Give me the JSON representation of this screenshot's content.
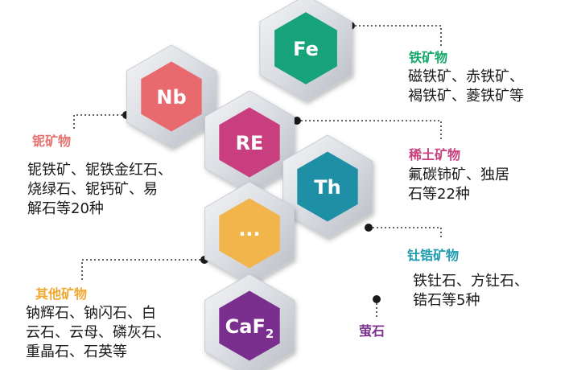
{
  "hexagons": [
    {
      "id": "fe",
      "symbol": "Fe",
      "color": "#16a37a"
    },
    {
      "id": "nb",
      "symbol": "Nb",
      "color": "#e86a6e"
    },
    {
      "id": "re",
      "symbol": "RE",
      "color": "#c83e7e"
    },
    {
      "id": "th",
      "symbol": "Th",
      "color": "#1f8fa6"
    },
    {
      "id": "other",
      "symbol": "···",
      "color": "#f2b54c"
    },
    {
      "id": "caf2",
      "symbol": "CaF",
      "subscript": "2",
      "color": "#7a2f8e"
    }
  ],
  "groups": {
    "fe": {
      "title": "铁矿物",
      "color": "#17a86a",
      "lines": [
        "磁铁矿、赤铁矿、",
        "褐铁矿、菱铁矿等"
      ]
    },
    "nb": {
      "title": "铌矿物",
      "color": "#e8706f",
      "lines": [
        "铌铁矿、铌铁金红石、",
        "烧绿石、铌钙矿、易",
        "解石等20种"
      ]
    },
    "re": {
      "title": "稀土矿物",
      "color": "#c8407d",
      "lines": [
        "氟碳铈矿、独居",
        "石等22种"
      ]
    },
    "th": {
      "title": "钍锆矿物",
      "color": "#1e9bb0",
      "lines": [
        "铁钍石、方钍石、",
        "锆石等5种"
      ]
    },
    "other": {
      "title": "其他矿物",
      "color": "#f0a830",
      "lines": [
        "钠辉石、钠闪石、白",
        "云石、云母、磷灰石、",
        "重晶石、石英等"
      ]
    },
    "caf2": {
      "title": "萤石",
      "color": "#7b2f8f",
      "lines": []
    }
  }
}
